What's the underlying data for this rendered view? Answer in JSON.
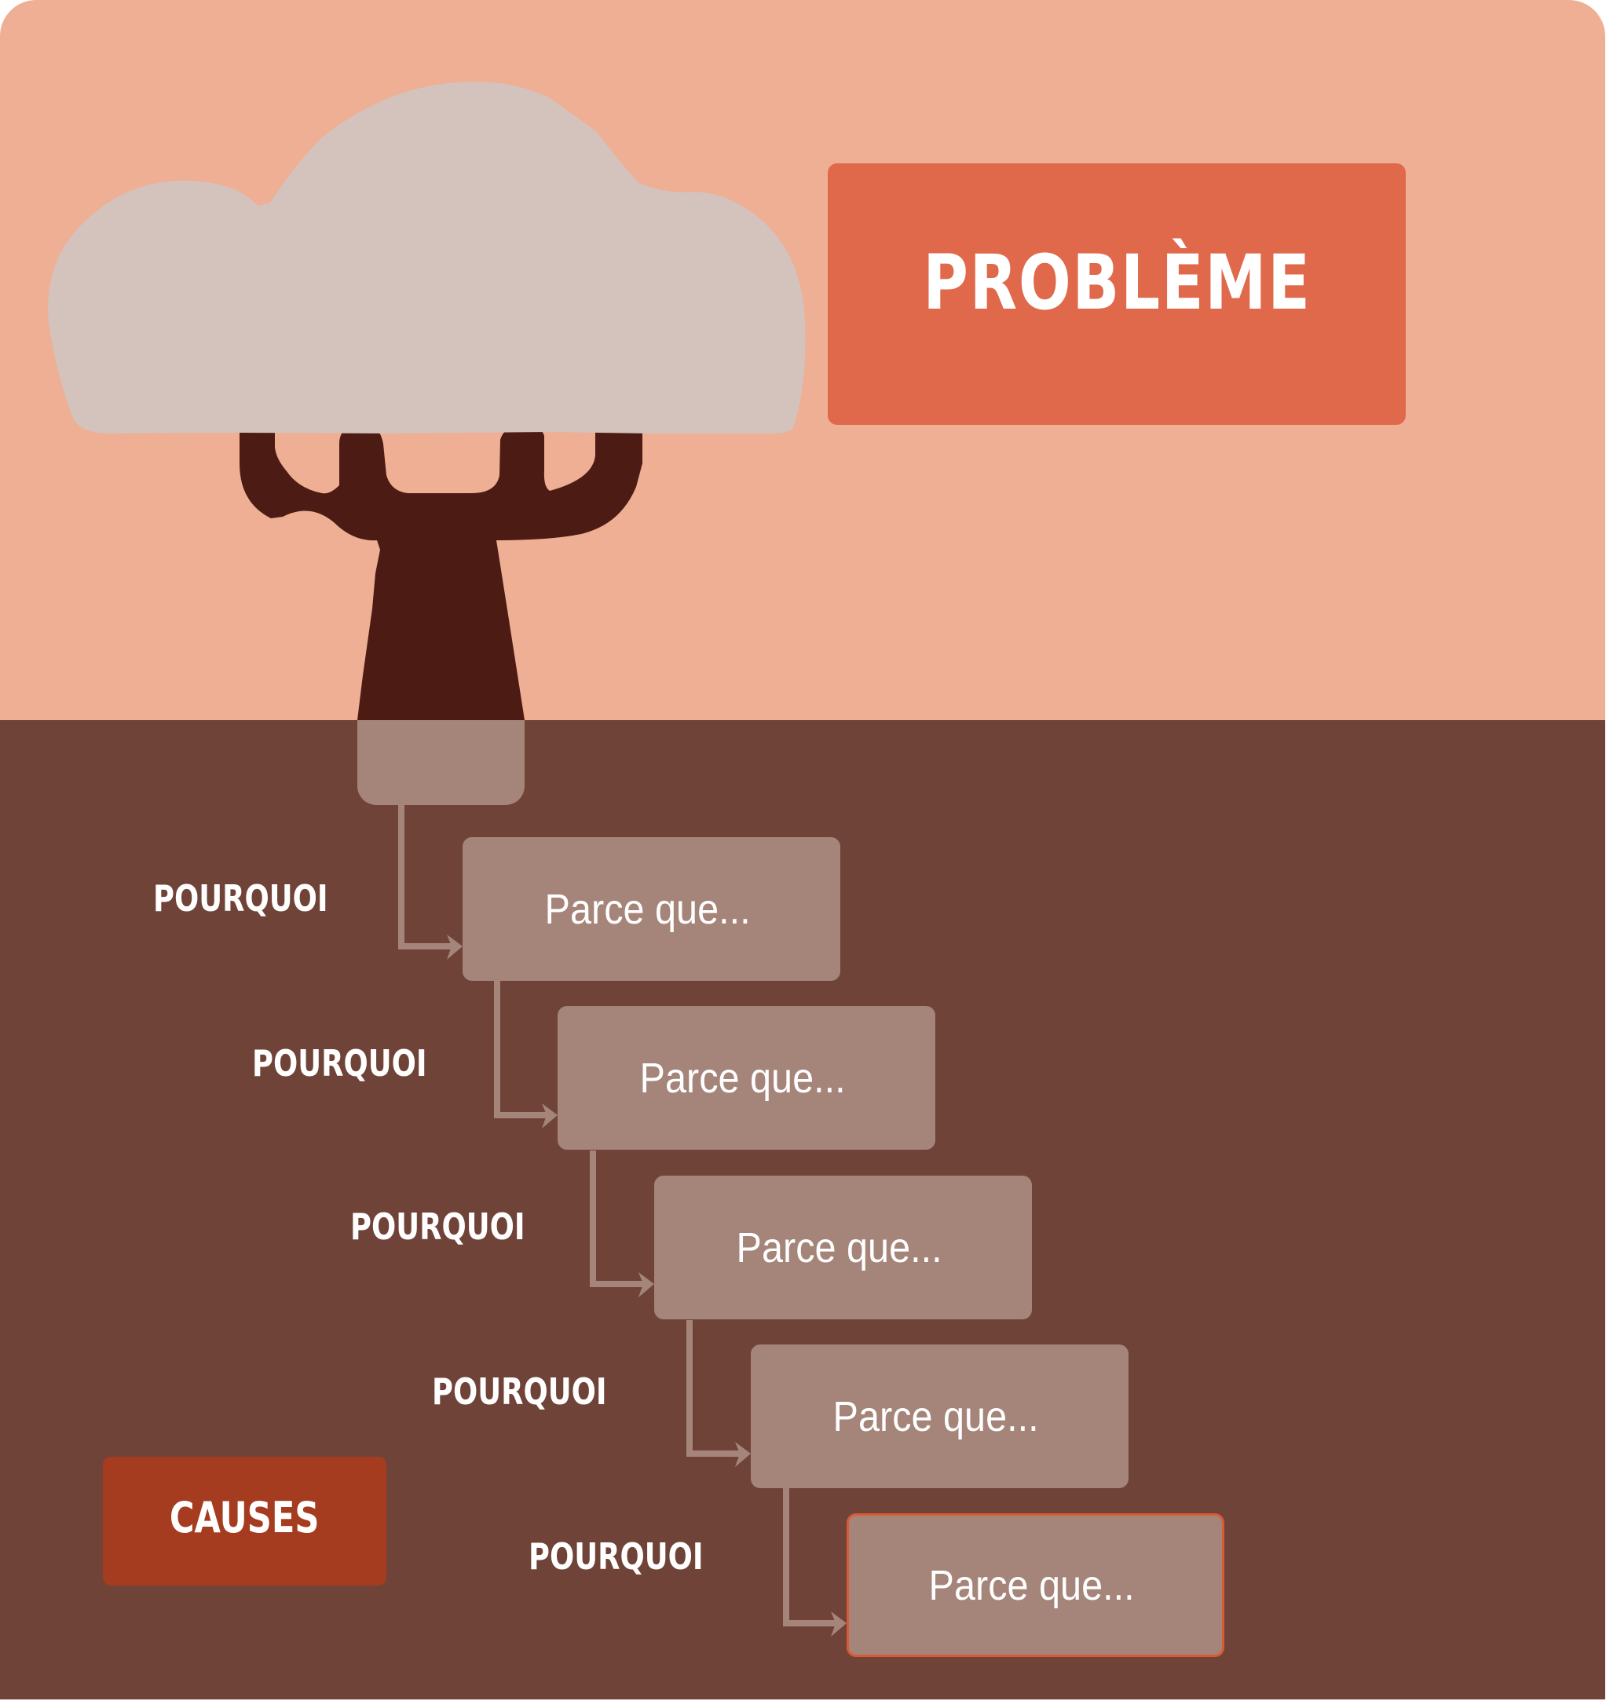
{
  "colors": {
    "sky": "#EEAF94",
    "ground": "#704338",
    "cloud": "#D4C3BC",
    "trunk": "#4C1C14",
    "box": "#A58479",
    "problem_box": "#E0694B",
    "causes_box": "#A63C1F",
    "highlight_border": "#D95B36",
    "text": "#FFFFFF"
  },
  "problem": {
    "label": "PROBLÈME"
  },
  "causes": {
    "label": "CAUSES"
  },
  "steps": [
    {
      "question": "POURQUOI",
      "answer": "Parce que..."
    },
    {
      "question": "POURQUOI",
      "answer": "Parce que..."
    },
    {
      "question": "POURQUOI",
      "answer": "Parce que..."
    },
    {
      "question": "POURQUOI",
      "answer": "Parce que..."
    },
    {
      "question": "POURQUOI",
      "answer": "Parce que..."
    }
  ]
}
